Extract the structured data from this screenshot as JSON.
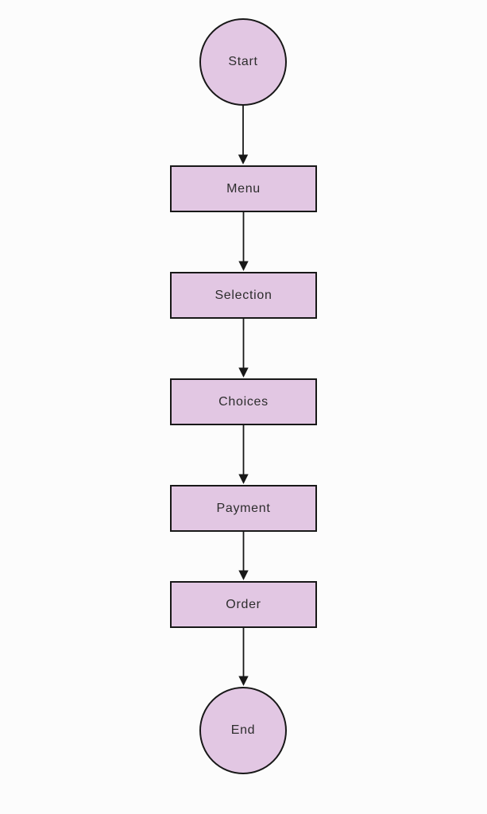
{
  "flowchart": {
    "direction": "top-to-bottom",
    "nodes": [
      {
        "id": "start",
        "type": "terminator-circle",
        "label": "Start"
      },
      {
        "id": "menu",
        "type": "process-rect",
        "label": "Menu"
      },
      {
        "id": "selection",
        "type": "process-rect",
        "label": "Selection"
      },
      {
        "id": "choices",
        "type": "process-rect",
        "label": "Choices"
      },
      {
        "id": "payment",
        "type": "process-rect",
        "label": "Payment"
      },
      {
        "id": "order",
        "type": "process-rect",
        "label": "Order"
      },
      {
        "id": "end",
        "type": "terminator-circle",
        "label": "End"
      }
    ],
    "edges": [
      {
        "from": "start",
        "to": "menu",
        "arrow": "down"
      },
      {
        "from": "menu",
        "to": "selection",
        "arrow": "down"
      },
      {
        "from": "selection",
        "to": "choices",
        "arrow": "down"
      },
      {
        "from": "choices",
        "to": "payment",
        "arrow": "down"
      },
      {
        "from": "payment",
        "to": "order",
        "arrow": "down"
      },
      {
        "from": "order",
        "to": "end",
        "arrow": "down"
      }
    ],
    "colors": {
      "node_fill": "#e2c7e3",
      "node_border": "#181818",
      "arrow": "#181818",
      "text": "#2d2d2d",
      "background": "#fcfcfc"
    }
  }
}
